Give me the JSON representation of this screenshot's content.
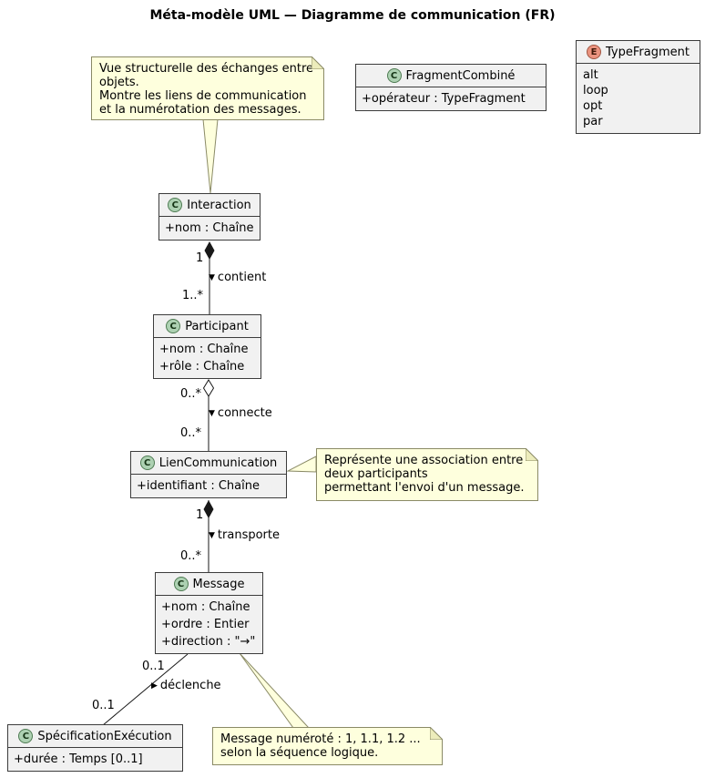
{
  "title": "Méta-modèle UML — Diagramme de communication (FR)",
  "colors": {
    "class_bg": "#F1F1F1",
    "class_border": "#3c3c3c",
    "note_bg": "#FEFFDD",
    "note_border": "#8a8a66",
    "class_circle_bg": "#ADD1B2",
    "enum_circle_bg": "#EB937F",
    "line": "#181818"
  },
  "classes": {
    "fragment_combine": {
      "stereotype": "C",
      "name": "FragmentCombiné",
      "attributes": [
        "+opérateur : TypeFragment"
      ]
    },
    "interaction": {
      "stereotype": "C",
      "name": "Interaction",
      "attributes": [
        "+nom : Chaîne"
      ]
    },
    "participant": {
      "stereotype": "C",
      "name": "Participant",
      "attributes": [
        "+nom : Chaîne",
        "+rôle : Chaîne"
      ]
    },
    "lien_communication": {
      "stereotype": "C",
      "name": "LienCommunication",
      "attributes": [
        "+identifiant : Chaîne"
      ]
    },
    "message": {
      "stereotype": "C",
      "name": "Message",
      "attributes": [
        "+nom : Chaîne",
        "+ordre : Entier",
        "+direction : \"→\""
      ]
    },
    "specification_execution": {
      "stereotype": "C",
      "name": "SpécificationExécution",
      "attributes": [
        "+durée : Temps [0..1]"
      ]
    }
  },
  "enums": {
    "type_fragment": {
      "stereotype": "E",
      "name": "TypeFragment",
      "values": [
        "alt",
        "loop",
        "opt",
        "par"
      ]
    }
  },
  "notes": {
    "overview": {
      "lines": [
        "Vue structurelle des échanges entre",
        "objets.",
        "Montre les liens de communication",
        "et la numérotation des messages."
      ]
    },
    "lien": {
      "lines": [
        "Représente une association entre",
        "deux participants",
        "permettant l'envoi d'un message."
      ]
    },
    "message": {
      "lines": [
        "Message numéroté : 1, 1.1, 1.2 ...",
        "selon la séquence logique."
      ]
    }
  },
  "edges": {
    "contient": {
      "type": "composition",
      "marker": "▼",
      "label": "contient",
      "from_mult": "1",
      "to_mult": "1..*"
    },
    "connecte": {
      "type": "aggregation",
      "marker": "▼",
      "label": "connecte",
      "from_mult": "0..*",
      "to_mult": "0..*"
    },
    "transporte": {
      "type": "composition",
      "marker": "▼",
      "label": "transporte",
      "from_mult": "1",
      "to_mult": "0..*"
    },
    "declenche": {
      "type": "association",
      "marker": "▶",
      "label": "déclenche",
      "from_mult": "0..1",
      "to_mult": "0..1"
    }
  }
}
